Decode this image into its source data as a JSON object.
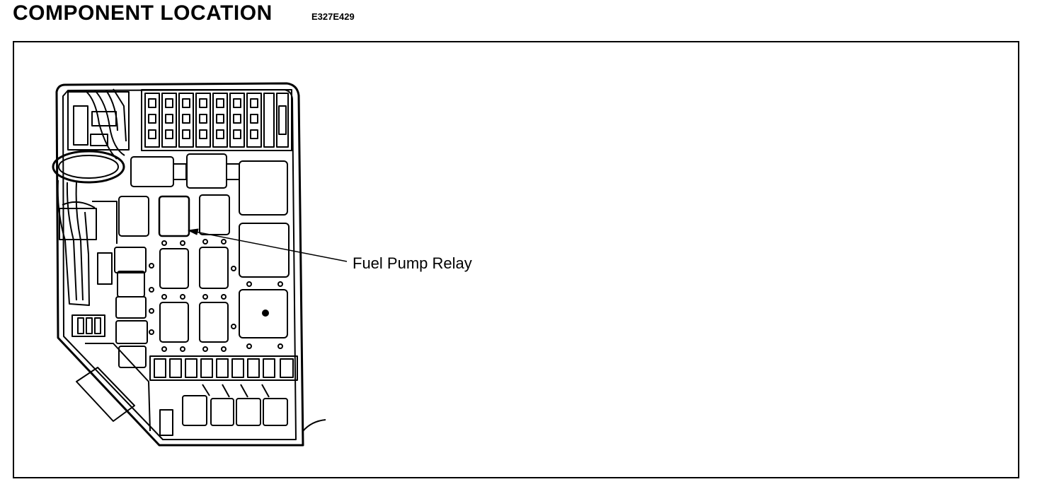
{
  "header": {
    "title": "COMPONENT LOCATION",
    "diagram_id": "E327E429"
  },
  "diagram": {
    "subject": "fuse-relay-box",
    "callouts": [
      {
        "label": "Fuel Pump Relay",
        "target": "relay-mid-column-top"
      }
    ]
  }
}
